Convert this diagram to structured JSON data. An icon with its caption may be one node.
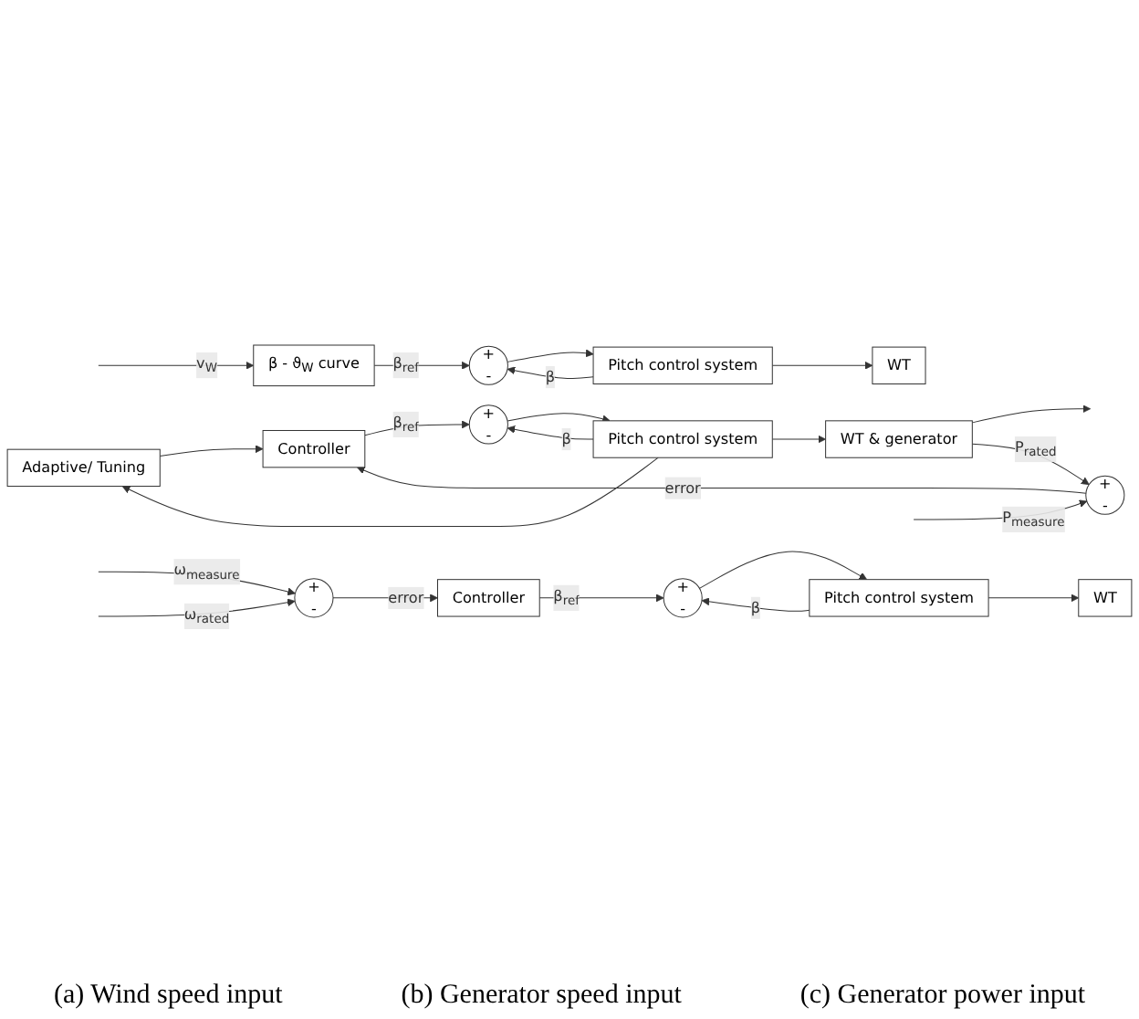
{
  "diagram": {
    "nodes": [
      {
        "text": [
          "β - ϑ$_{W}$ curve"
        ]
      },
      {
        "text": [
          "+",
          "-"
        ]
      },
      {
        "text": [
          "Pitch control system"
        ]
      },
      {
        "text": [
          "WT"
        ]
      },
      {
        "text": [
          "+",
          "-"
        ]
      },
      {
        "text": [
          "Controller"
        ]
      },
      {
        "text": [
          "+",
          "-"
        ]
      },
      {
        "text": [
          "Pitch control system"
        ]
      },
      {
        "text": [
          "WT"
        ]
      },
      {
        "text": [
          "Adaptive/ Tuning"
        ]
      },
      {
        "text": [
          "+",
          "-"
        ]
      },
      {
        "text": [
          "Controller"
        ]
      },
      {
        "text": [
          "+",
          "-"
        ]
      },
      {
        "text": [
          "Pitch control system"
        ]
      },
      {
        "text": [
          "WT & generator"
        ]
      }
    ],
    "edges": [
      {
        "from": null,
        "to": 0,
        "arrow": "to",
        "label": "v$_{W}$"
      },
      {
        "from": 0,
        "to": 1,
        "arrow": "to",
        "label": "β$_{ref}$"
      },
      {
        "from": 1,
        "to": 2,
        "arrow": "to"
      },
      {
        "from": 2,
        "to": 3,
        "arrow": "to"
      },
      {
        "from": 2,
        "to": 1,
        "arrow": "to",
        "label": "β"
      },
      {
        "from": null,
        "to": 4,
        "arrow": "to",
        "label": "ω$_{measure}$"
      },
      {
        "from": null,
        "to": 4,
        "arrow": "to",
        "label": "ω$_{rated}$"
      },
      {
        "from": 4,
        "to": 5,
        "arrow": "to",
        "label": "error"
      },
      {
        "from": 5,
        "to": 6,
        "arrow": "to",
        "label": "β$_{ref}$"
      },
      {
        "from": 6,
        "to": 7,
        "arrow": "to"
      },
      {
        "from": 7,
        "to": 8,
        "arrow": "to"
      },
      {
        "from": 7,
        "to": 6,
        "arrow": "to",
        "label": "β"
      },
      {
        "from": 9,
        "to": 11,
        "arrow": "to"
      },
      {
        "from": null,
        "to": 10,
        "arrow": "to",
        "label": "P$_{measure}$"
      },
      {
        "from": 10,
        "to": 11,
        "arrow": "to",
        "label": "error"
      },
      {
        "from": 11,
        "to": 12,
        "arrow": "to",
        "label": "β$_{ref}$"
      },
      {
        "from": 12,
        "to": 13,
        "arrow": "to"
      },
      {
        "from": 13,
        "to": 14,
        "arrow": "to"
      },
      {
        "from": 13,
        "to": 9,
        "arrow": "to"
      },
      {
        "from": 13,
        "to": 12,
        "arrow": "to",
        "label": "β"
      },
      {
        "from": 14,
        "to": null,
        "arrow": "to"
      },
      {
        "from": 14,
        "to": 10,
        "arrow": "to",
        "label": "P$_{rated}$"
      }
    ],
    "labels": [
      "(a) Wind speed input",
      "(b) Generator speed input",
      "(c) Generator power input"
    ]
  }
}
